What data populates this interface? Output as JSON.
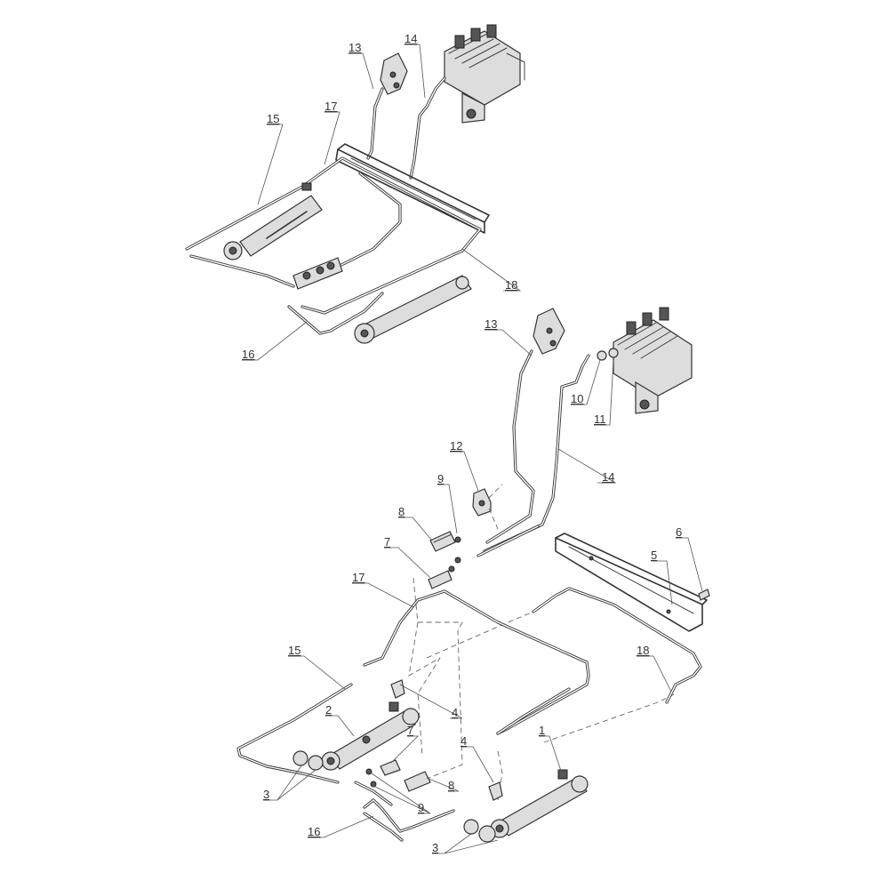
{
  "callouts": {
    "upper": {
      "c13": "13",
      "c14": "14",
      "c15": "15",
      "c16": "16",
      "c17": "17",
      "c18": "18"
    },
    "lower": {
      "c1": "1",
      "c2": "2",
      "c3a": "3",
      "c3b": "3",
      "c4a": "4",
      "c4b": "4",
      "c5": "5",
      "c6": "6",
      "c7a": "7",
      "c7b": "7",
      "c8a": "8",
      "c8b": "8",
      "c9a": "9",
      "c9b": "9",
      "c10": "10",
      "c11": "11",
      "c12": "12",
      "c13": "13",
      "c14": "14",
      "c15": "15",
      "c16": "16",
      "c17": "17",
      "c18": "18"
    }
  }
}
